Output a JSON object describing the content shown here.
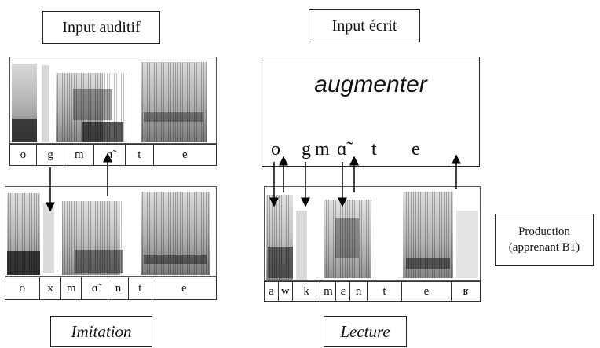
{
  "labels": {
    "input_auditif": "Input auditif",
    "input_ecrit": "Input écrit",
    "imitation": "Imitation",
    "lecture": "Lecture",
    "production_line1": "Production",
    "production_line2": "(apprenant B1)"
  },
  "written_word": "augmenter",
  "written_ipa": [
    "o",
    "g",
    "m",
    "ɑ̃",
    "t",
    "e"
  ],
  "input_segments": [
    "o",
    "g",
    "m",
    "ɑ̃",
    "t",
    "e"
  ],
  "imitation_segments": [
    "o",
    "x",
    "m",
    "ɑ̃",
    "n",
    "t",
    "e"
  ],
  "lecture_segments": [
    "a",
    "w",
    "k",
    "m",
    "ɛ",
    "n",
    "t",
    "e",
    "ʁ"
  ]
}
